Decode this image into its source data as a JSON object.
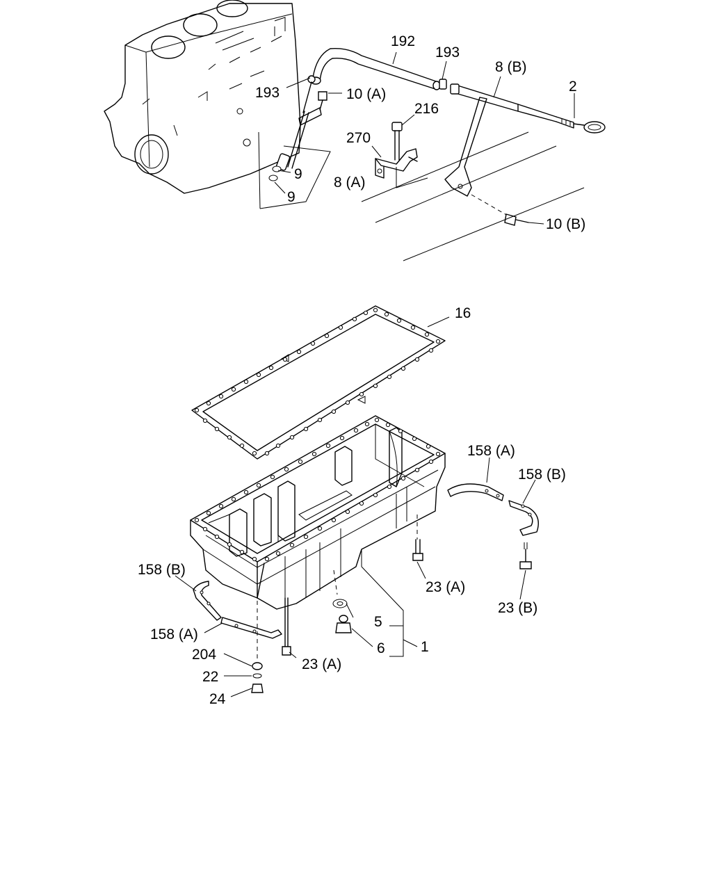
{
  "labels": {
    "p192": "192",
    "p193a": "193",
    "p193b": "193",
    "p10a": "10 (A)",
    "p8b": "8 (B)",
    "p2": "2",
    "p216": "216",
    "p270": "270",
    "p9a": "9",
    "p9b": "9",
    "p8a": "8 (A)",
    "p10b": "10 (B)",
    "p16": "16",
    "p158a_r": "158 (A)",
    "p158b_r": "158 (B)",
    "p23a_r": "23 (A)",
    "p23b": "23 (B)",
    "p158b_l": "158 (B)",
    "p158a_l": "158 (A)",
    "p5": "5",
    "p6": "6",
    "p1": "1",
    "p204": "204",
    "p22": "22",
    "p24": "24",
    "p23a_l": "23 (A)"
  }
}
